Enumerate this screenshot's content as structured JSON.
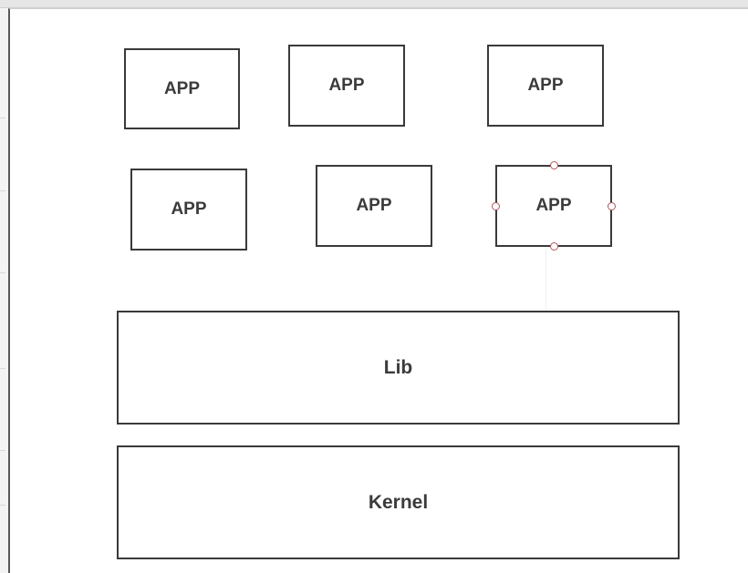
{
  "diagram": {
    "app_row_1": [
      "APP",
      "APP",
      "APP"
    ],
    "app_row_2": [
      "APP",
      "APP",
      "APP"
    ],
    "lib_label": "Lib",
    "kernel_label": "Kernel"
  },
  "colors": {
    "box_border": "#3a3a3a",
    "text": "#3b3b3b",
    "selection_handle": "#b0565a"
  }
}
